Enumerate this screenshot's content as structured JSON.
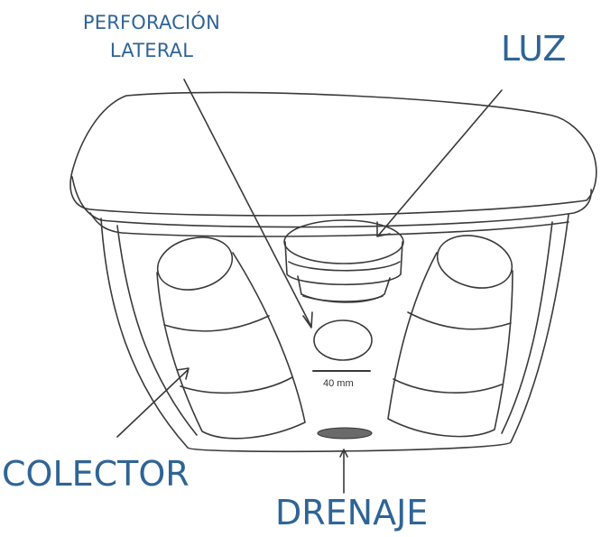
{
  "labels": {
    "perforacion_line1": "PERFORACIÓN",
    "perforacion_line2": "LATERAL",
    "luz": "LUZ",
    "colector": "COLECTOR",
    "drenaje": "DRENAJE"
  },
  "scale_bar": "40 mm",
  "colors": {
    "label_text": "#2f6496",
    "drawing_line": "#3a3a3a"
  }
}
